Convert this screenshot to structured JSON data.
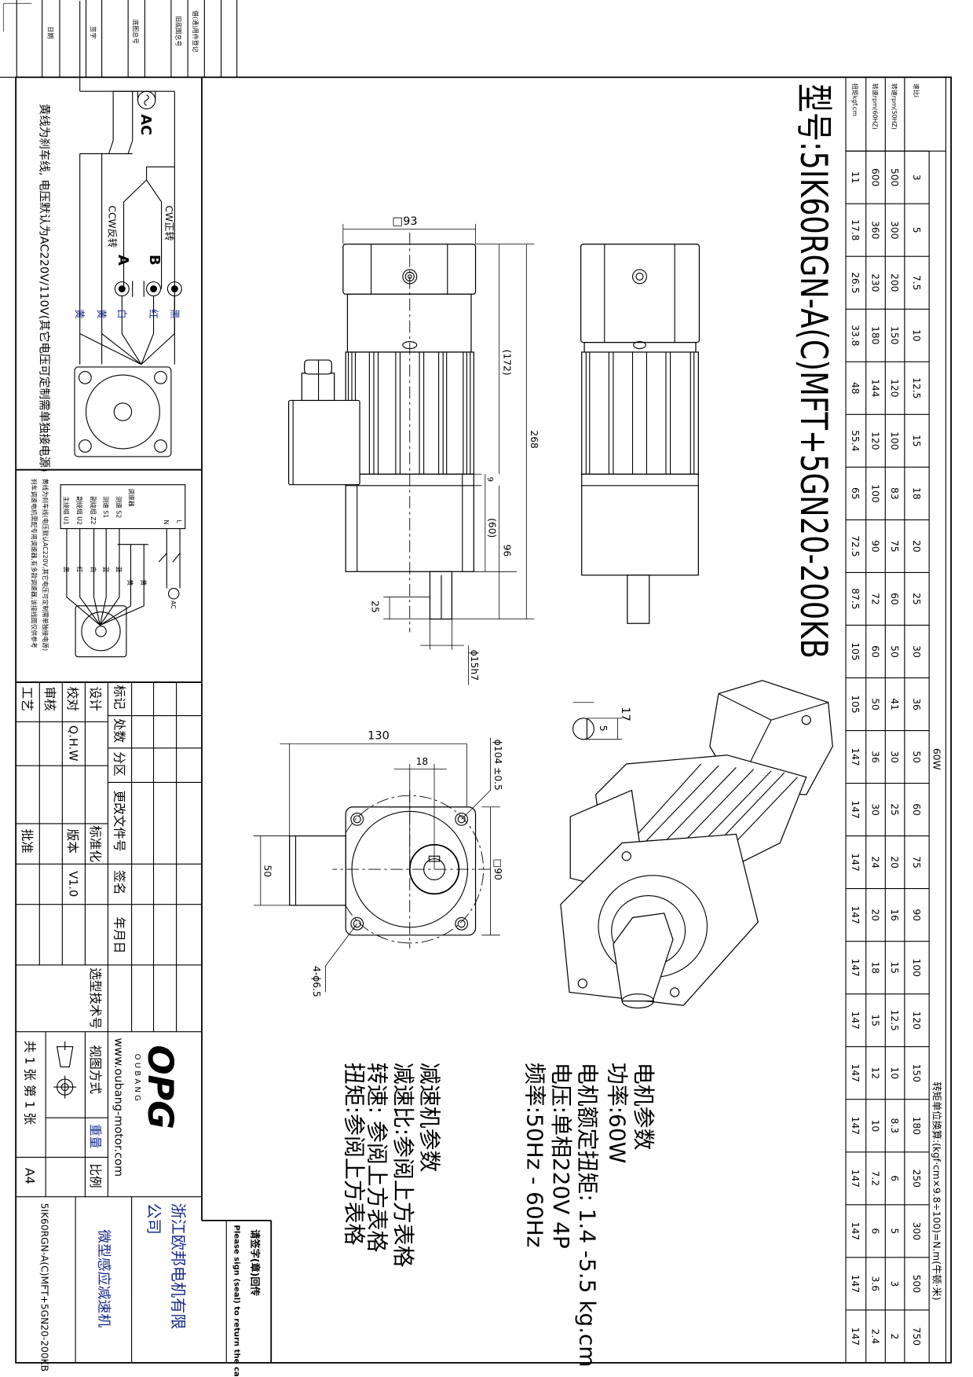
{
  "title": "型号:5IK60RGN-A(C)MFT+5GN20-200KB",
  "left_strip": {
    "labels": [
      "日期",
      "签字",
      "底图总号",
      "旧底图总号",
      "借(通)用件登记"
    ]
  },
  "table": {
    "power_header": "60W",
    "unit_note": "转矩单位换算:(kgf·cm×9.8÷100)=N.m(牛顿·米)",
    "row_labels": [
      "速比i",
      "转速rpm(50HZ)",
      "转速rpm(60HZ)",
      "扭矩kgf.cm"
    ],
    "ratio": [
      "3",
      "5",
      "7.5",
      "10",
      "12.5",
      "15",
      "18",
      "20",
      "25",
      "30",
      "36",
      "50",
      "60",
      "75",
      "90",
      "100",
      "120",
      "150",
      "180",
      "250",
      "300",
      "500",
      "750"
    ],
    "rpm_50hz": [
      "500",
      "300",
      "200",
      "150",
      "120",
      "100",
      "83",
      "75",
      "60",
      "50",
      "41",
      "30",
      "25",
      "20",
      "16",
      "15",
      "12.5",
      "10",
      "8.3",
      "6",
      "5",
      "3",
      "2"
    ],
    "rpm_60hz": [
      "600",
      "360",
      "230",
      "180",
      "144",
      "120",
      "100",
      "90",
      "72",
      "60",
      "50",
      "36",
      "30",
      "24",
      "20",
      "18",
      "15",
      "12",
      "10",
      "7.2",
      "6",
      "3.6",
      "2.4"
    ],
    "torque": [
      "11",
      "17.8",
      "26.5",
      "33.8",
      "48",
      "55.4",
      "65",
      "72.5",
      "87.5",
      "105",
      "105",
      "147",
      "147",
      "147",
      "147",
      "147",
      "147",
      "147",
      "147",
      "147",
      "147",
      "147",
      "147"
    ]
  },
  "dimensions": {
    "sq93": "□93",
    "d172": "(172)",
    "d268": "268",
    "d9": "9",
    "d60": "(60)",
    "d96": "96",
    "d25": "25",
    "shaft": "ϕ15h7",
    "d130": "130",
    "d18": "18",
    "pcd": "ϕ104 ±0.5",
    "sq90": "□90",
    "d50": "50",
    "holes": "4-ϕ6.5",
    "key17": "17",
    "key5": "5"
  },
  "motor_params": {
    "heading": "电机参数",
    "power": "功率:60W",
    "rated_torque": "电机额定扭矩: 1.4 -5.5 kg.cm",
    "voltage": "电压:单相220V 4P",
    "frequency": "频率:50Hz - 60Hz"
  },
  "reducer_params": {
    "heading": "减速机参数",
    "ratio": "减速比:参阅上方表格",
    "speed": "转速: 参阅上方表格",
    "torque": "扭矩:参阅上方表格"
  },
  "wiring1": {
    "ac": "AC",
    "cw": "CW正转",
    "ccw": "CCW反转",
    "b": "B",
    "a": "A",
    "wires": [
      "黑",
      "红",
      "白",
      "黄",
      "黄"
    ],
    "note": "黄线为刹车线, 电压默认为AC220V/110V(其它电压可定制需单独接电源)"
  },
  "wiring2": {
    "controller": "调速器",
    "terminals": [
      "主绕组 U1",
      "副绕组 U2",
      "副绕组 Z2",
      "测速 S1",
      "测速 S2",
      "N",
      "L"
    ],
    "wires": [
      "黑",
      "红",
      "白",
      "蓝",
      "蓝",
      "黄",
      "黄"
    ],
    "ac": "AC",
    "note1": "黄线为刹车线(电压默认AC220V,其它电压可定制需单独接电源)",
    "note2": "刹车调速电机需配专用调速器,有多款调速器,该接线图仅供参考"
  },
  "title_block": {
    "mark": "标记",
    "count": "处数",
    "zone": "分区",
    "change_doc": "更改文件号",
    "sign": "签名",
    "date": "年月日",
    "design": "设计",
    "check": "校对",
    "review": "审核",
    "process": "工艺",
    "checker_name": "Q.H.W",
    "standardize": "标准化",
    "version_label": "版本",
    "approve": "批准",
    "version": "V1.0",
    "selection_no": "选型技术号",
    "logo": "OPG",
    "logo_sub": "O U B A N G",
    "url": "www.oubang-motor.com",
    "view_method": "视图方式",
    "weight": "重量",
    "scale": "比例",
    "sheets": "共 1 张 第 1 张",
    "paper": "A4",
    "company": [
      "浙江欧邦电机有限",
      "公司"
    ],
    "product": "微型感应减速机",
    "model": "5IK60RGN-A(C)MFT+5GN20-200KB"
  },
  "signature": {
    "cn": "请签字(章)回传",
    "en": "Please sign (seal) to return the call"
  }
}
